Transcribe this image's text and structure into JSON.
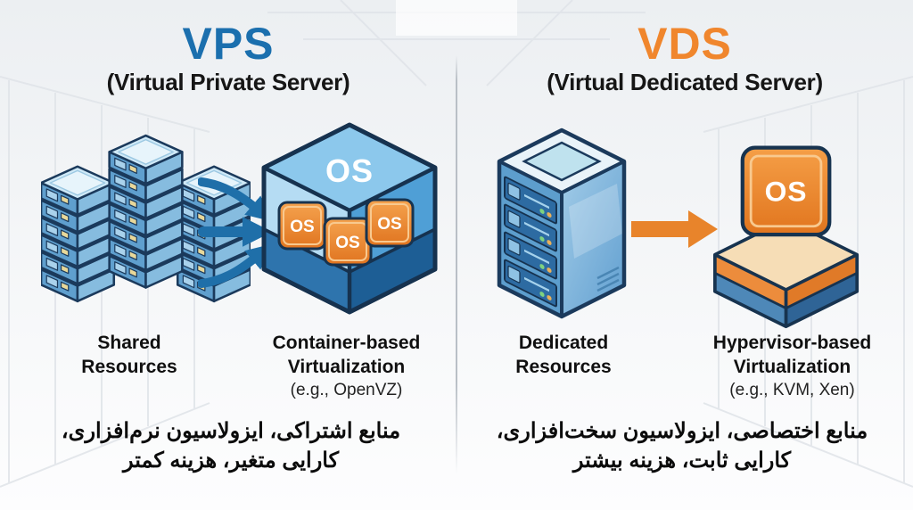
{
  "vps": {
    "title": "VPS",
    "subtitle": "(Virtual Private Server)",
    "resources_label": [
      "Shared",
      "Resources"
    ],
    "virtualization_label": [
      "Container-based",
      "Virtualization"
    ],
    "virtualization_example": "(e.g., OpenVZ)",
    "host_os_label": "OS",
    "container_os_labels": [
      "OS",
      "OS",
      "OS"
    ],
    "summary_fa": [
      "منابع اشتراکی، ایزولاسیون نرم‌افزاری،",
      "کارایی متغیر، هزینه کمتر"
    ]
  },
  "vds": {
    "title": "VDS",
    "subtitle": "(Virtual Dedicated Server)",
    "resources_label": [
      "Dedicated",
      "Resources"
    ],
    "virtualization_label": [
      "Hypervisor-based",
      "Virtualization"
    ],
    "virtualization_example": "(e.g., KVM, Xen)",
    "guest_os_label": "OS",
    "summary_fa": [
      "منابع اختصاصی، ایزولاسیون سخت‌افزاری،",
      "کارایی ثابت، هزینه بیشتر"
    ]
  },
  "colors": {
    "vps_accent": "#1b6fae",
    "vds_accent": "#f0862d",
    "arrow_blue": "#1f6fa9",
    "arrow_orange": "#e8842b",
    "os_badge_orange": "#e8822e",
    "cube_blue": "#4f9fd6",
    "text_dark": "#161616",
    "divider": "#b9bfc6"
  },
  "icons": {
    "vps": [
      "shared-servers-cluster-icon",
      "flow-arrows-icon",
      "container-cube-icon"
    ],
    "vds": [
      "dedicated-server-icon",
      "flow-arrow-icon",
      "hypervisor-stack-icon"
    ]
  }
}
